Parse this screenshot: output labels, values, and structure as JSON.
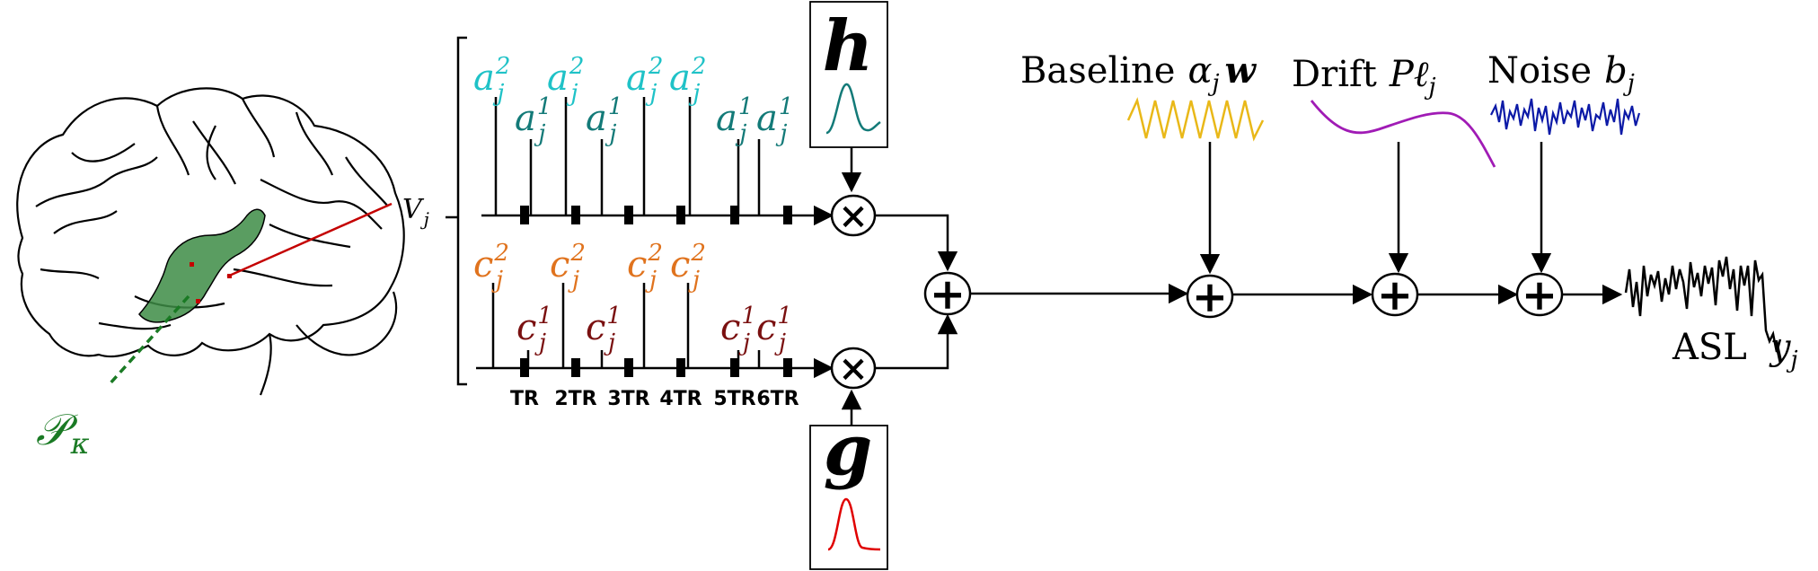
{
  "colors": {
    "cyan": "#1fc2c7",
    "teal": "#137a78",
    "orange": "#e0731e",
    "darkred": "#7a1010",
    "green": "#3d8c45",
    "darkgreen": "#1a7a24",
    "red": "#c40000",
    "yellow": "#e9b818",
    "purple": "#a01bb5",
    "blue": "#0c1aa7"
  },
  "brain": {
    "region_label": "𝒫",
    "region_sub": "κ",
    "voxel_label": "V",
    "voxel_sub": "j"
  },
  "stimuli": {
    "top_sym": "a",
    "bottom_sym": "c",
    "sub": "j",
    "sup1": "1",
    "sup2": "2",
    "tr_labels": [
      "TR",
      "2TR",
      "3TR",
      "4TR",
      "5TR",
      "6TR"
    ]
  },
  "hrf_boxes": {
    "top": "h",
    "bottom": "g"
  },
  "components": {
    "baseline_word": "Baseline",
    "baseline_sym": "α",
    "baseline_sub": "j",
    "baseline_vec": "w",
    "drift_word": "Drift",
    "drift_P": "P",
    "drift_l": "ℓ",
    "drift_sub": "j",
    "noise_word": "Noise",
    "noise_sym": "b",
    "noise_sub": "j"
  },
  "output": {
    "label": "ASL",
    "sym": "y",
    "sub": "j"
  },
  "operators": {
    "mult": "×",
    "plus": "+"
  }
}
